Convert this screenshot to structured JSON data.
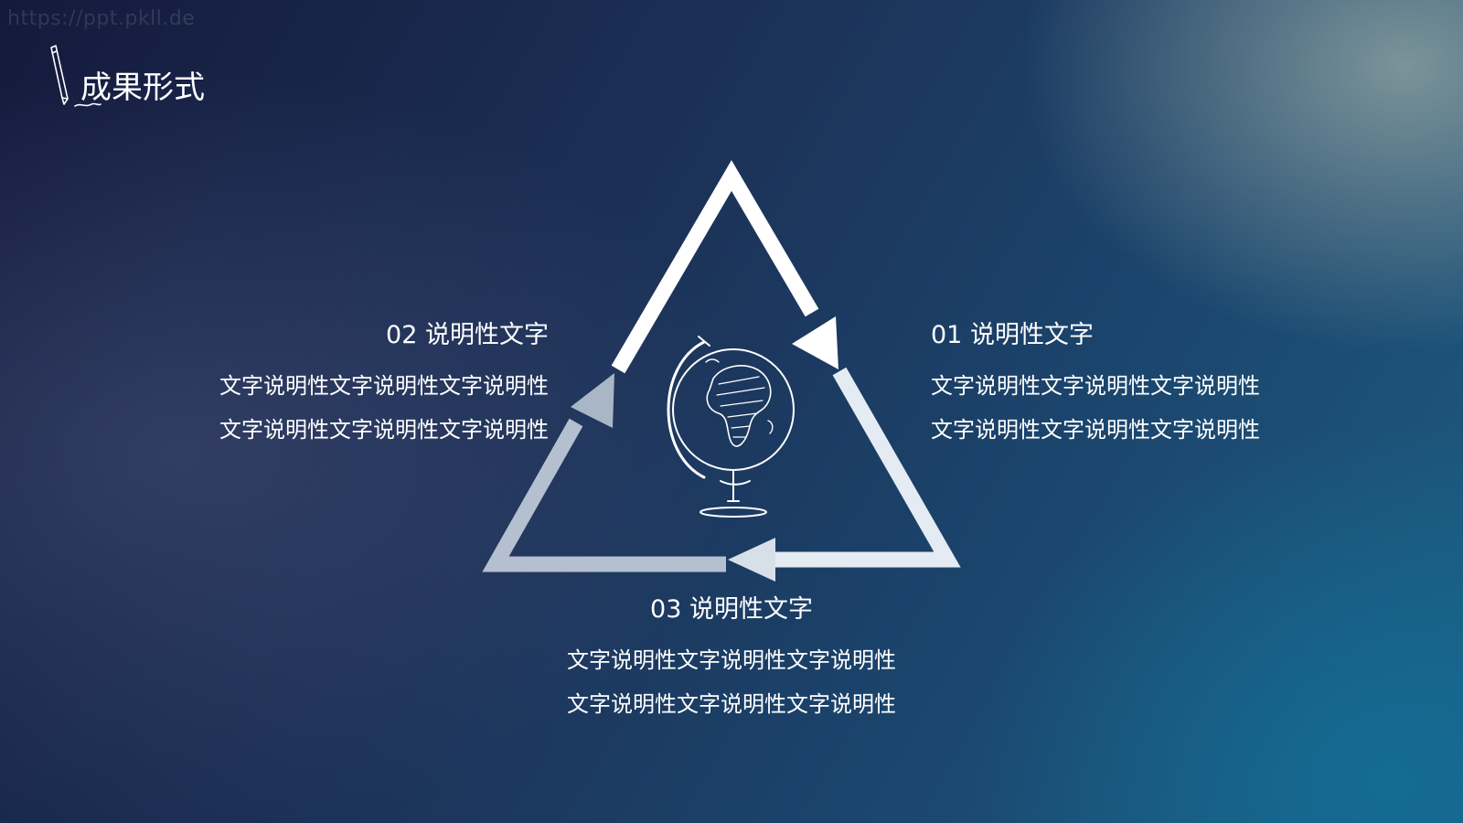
{
  "watermark": "https://ppt.pkll.de",
  "header": {
    "title": "成果形式"
  },
  "items": [
    {
      "heading": "01 说明性文字",
      "lines": [
        "文字说明性文字说明性文字说明性",
        "文字说明性文字说明性文字说明性"
      ]
    },
    {
      "heading": "02 说明性文字",
      "lines": [
        "文字说明性文字说明性文字说明性",
        "文字说明性文字说明性文字说明性"
      ]
    },
    {
      "heading": "03 说明性文字",
      "lines": [
        "文字说明性文字说明性文字说明性",
        "文字说明性文字说明性文字说明性"
      ]
    }
  ],
  "icons": {
    "title": "pencil-icon",
    "center": "globe-icon"
  },
  "colors": {
    "arrow_top": "#ffffff",
    "arrow_right": "#e4ebf2",
    "arrow_bottom": "#cfd9e3",
    "arrow_left": "#a9b6c6"
  }
}
